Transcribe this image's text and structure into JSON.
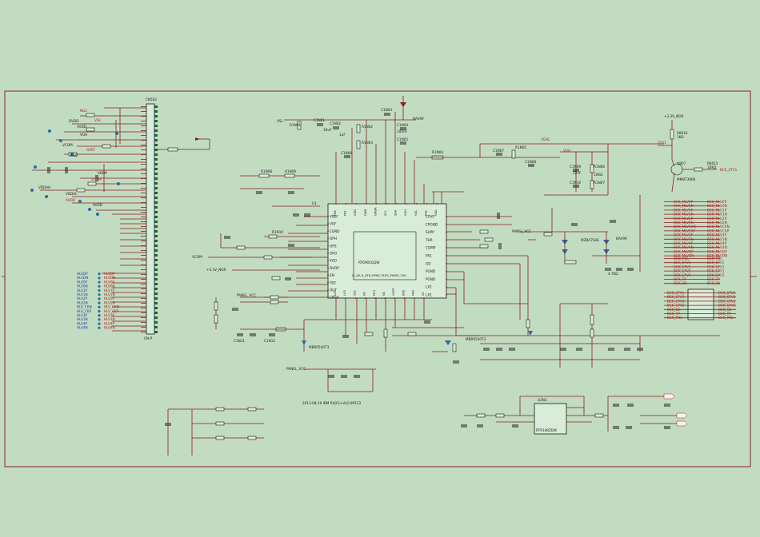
{
  "connector": {
    "ref": "CN502",
    "footer": "CN-P"
  },
  "ic_main": {
    "ref": "U1",
    "part": "RT6905GQW",
    "package": "IC_48_8_QFN_RP6G_PLED_PWRG_THU"
  },
  "ic_ldo": {
    "ref": "U2N3",
    "part": "RT9148ZDW"
  },
  "transistor": {
    "ref": "Q807",
    "part": "MMBT3906",
    "base_res": "R8015",
    "base_val": "10KΩ"
  },
  "rail_top": {
    "label": "+3.3V_NOR",
    "res": "R8016",
    "res_val": "1KΩ",
    "net": "STV1",
    "out_net": "BCK_STV1"
  },
  "ic_left_pins": [
    "VREF",
    "VGF",
    "CGND",
    "OPH",
    "OPS",
    "OPO",
    "XAO",
    "DVDP",
    "EN",
    "FB2",
    "OUT",
    "LNGV"
  ],
  "ic_right_pins": [
    "CPVP",
    "CPGND",
    "SUPP",
    "THR",
    "COMP",
    "PS1",
    "GD",
    "PGND",
    "PGND",
    "LX1",
    "LX1"
  ],
  "ic_top_pins": [
    "FB5",
    "FB1",
    "VDD",
    "GND",
    "GNDA",
    "SCL",
    "SDA",
    "VGH",
    "VGL",
    "VGL",
    "VDA"
  ],
  "ic_bottom_pins": [
    "LX2",
    "LX3",
    "SS2",
    "NC",
    "PG1",
    "NC",
    "VGST",
    "EN2",
    "FB4",
    "SS"
  ],
  "left_nets": [
    "NG2",
    "DVDD",
    "AVDD",
    "VGL",
    "VGH",
    "VCOM",
    "GREF",
    "XAO",
    "VDDP",
    "VCOM",
    "VDDAH",
    "VDDAL",
    "AVDD",
    "AVDD"
  ],
  "lvds_nets": [
    "HLVDP",
    "HLVDN",
    "HLV0P",
    "HLV0N",
    "HLV1P",
    "HLV1N",
    "HLV2P",
    "HLV2N",
    "HLV_CKN",
    "HLV_CKP",
    "HLV3P",
    "HLV3N",
    "HLV4P",
    "HLV4N"
  ],
  "bus_nets": [
    "BCK_MLV0P",
    "BCK_MLV0N",
    "BCK_MLV1P",
    "BCK_MLV1N",
    "BCK_MLV2P",
    "BCK_MLV2N",
    "BCK_MLVCKN",
    "BCK_MLVCKP",
    "BCK_MLV3P",
    "BCK_MLV3N",
    "BCK_MLV4P",
    "BCK_MLV4N",
    "BCK_MLVDP",
    "BCK_MLVDN"
  ],
  "ctrl_nets": [
    "BCK_POL",
    "BCK_STV1",
    "BCK_STV2",
    "BCK_CPV1",
    "BCK_CPV2",
    "BCK_TP",
    "BCK_OE"
  ],
  "mux_nets": [
    "BCK_STV1",
    "BCK_STV2",
    "BCK_CPV1",
    "BCK_CPV2",
    "BCK_OE",
    "BCK_TP",
    "BCK_POL"
  ],
  "labels": {
    "panel_vcc": "PANEL_VCC",
    "vgh": "VGH",
    "vghl": "VGHL",
    "vsl": "VSL",
    "gnd_3v3": "+3.3V_NOR",
    "date": "2013-08-19 IBM RH2G+VLQ 8P1C2",
    "vcom_out": "VCOM",
    "diode1": "BAV99",
    "diode2": "BAV99",
    "diode3": "MBR0540T3",
    "diode4": "MBR0540T3",
    "zener": "MZBA7S4E"
  },
  "caps": [
    "C1N01",
    "C1N02",
    "C1N03",
    "C1N04",
    "C1N05",
    "C1N06",
    "C1N07",
    "C1N08",
    "C1N09",
    "C1N10",
    "C1N11",
    "C1N12"
  ],
  "resistors": [
    "R1N01",
    "R1N02",
    "R1N03",
    "R1N04",
    "R1N05",
    "R1N06",
    "R1N07",
    "R1N08",
    "R1N09",
    "R1N10"
  ],
  "legend_unit": [
    "10uF",
    "1uF",
    "100nF",
    "22nF",
    "10KΩ",
    "4.7KΩ"
  ]
}
